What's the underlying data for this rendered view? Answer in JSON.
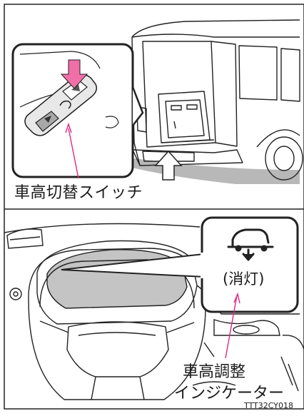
{
  "top_panel": {
    "callout_label": "車高切替スイッチ"
  },
  "bottom_panel": {
    "indicator_state_label": "(消灯)",
    "callout_label_line1": "車高調整",
    "callout_label_line2": "インジケーター"
  },
  "figure_code": "TTT32CY018",
  "colors": {
    "press_arrow": "#f06fa6",
    "leader_line": "#e0287d",
    "display_fill": "#c4c4c4",
    "floor_shadow": "#b8b8b8",
    "outline": "#222222"
  },
  "icons": {
    "switch_indicator": "vehicle-height-down-icon",
    "press_arrow": "press-arrow-icon",
    "lift_arrow": "up-arrow-icon"
  }
}
